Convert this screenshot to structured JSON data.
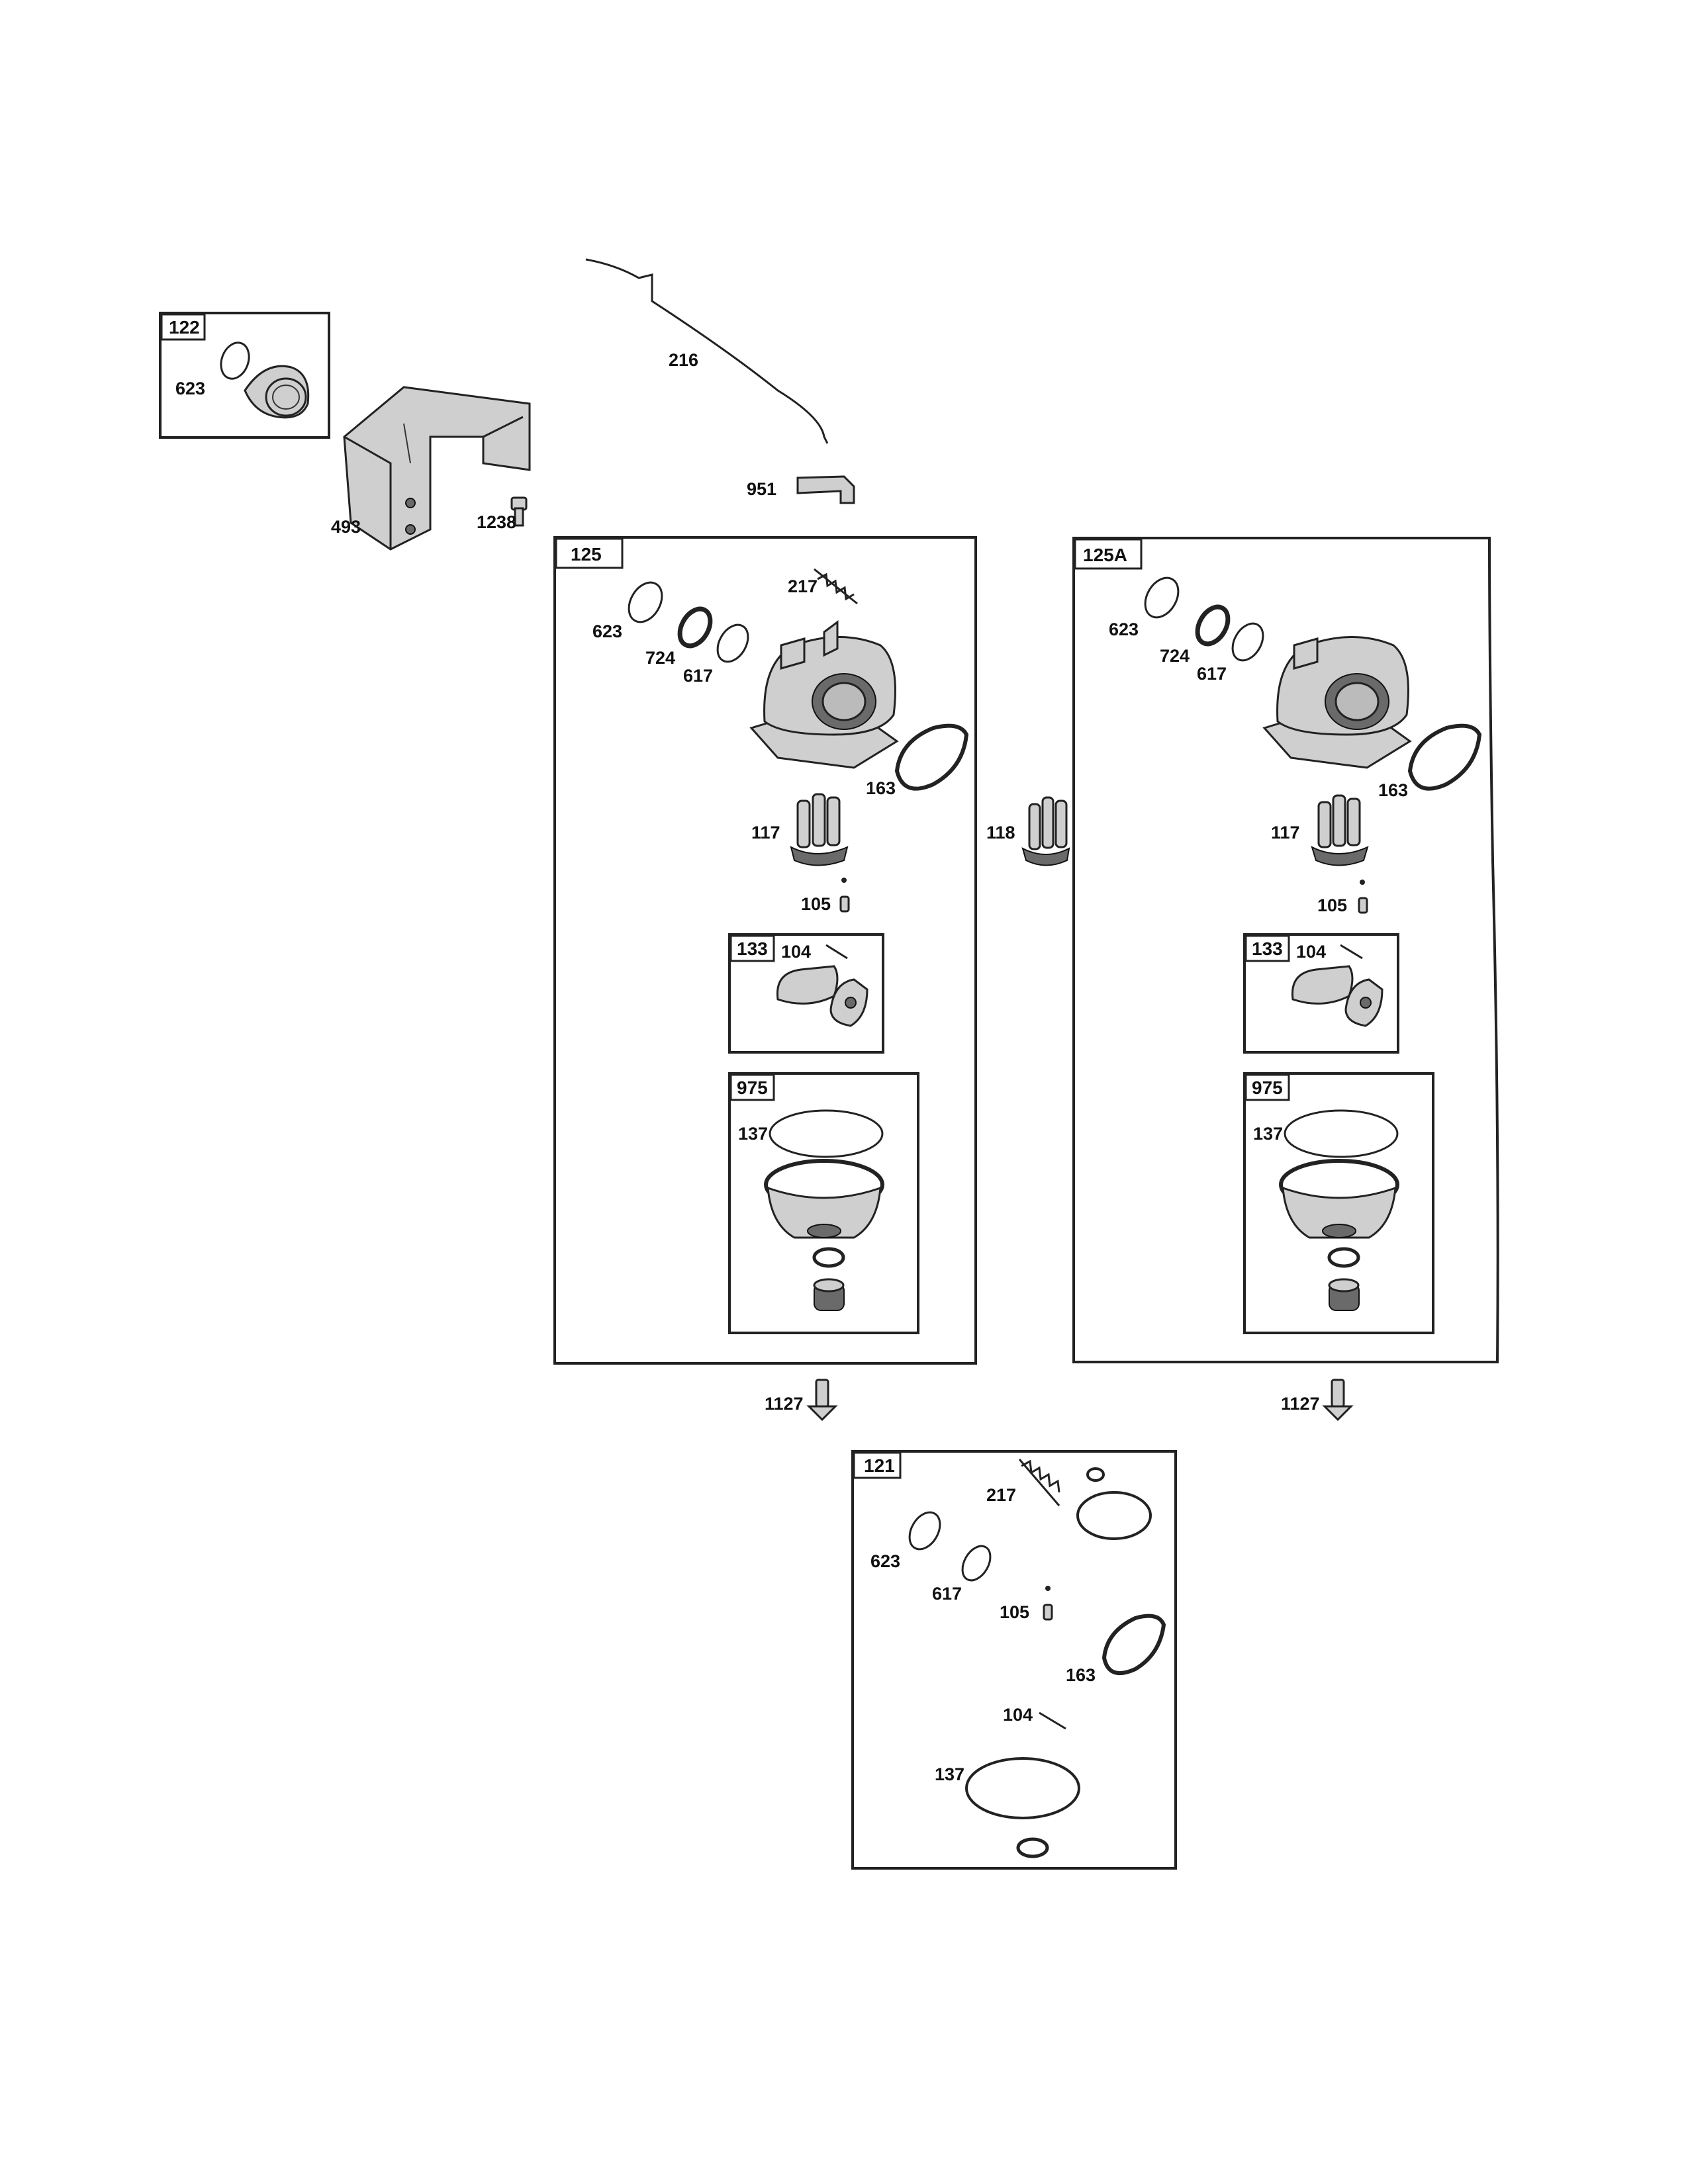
{
  "diagram": {
    "boxes": {
      "box_122": "122",
      "box_125": "125",
      "box_125a": "125A",
      "box_133_left": "133",
      "box_975_left": "975",
      "box_133_right": "133",
      "box_975_right": "975",
      "box_121": "121"
    },
    "labels": {
      "l216": "216",
      "l951": "951",
      "l623_122": "623",
      "l493": "493",
      "l1238": "1238",
      "l217_125": "217",
      "l623_125": "623",
      "l724_125": "724",
      "l617_125": "617",
      "l163_125": "163",
      "l117_125": "117",
      "l105_125": "105",
      "l104_125": "104",
      "l137_125": "137",
      "l118": "118",
      "l623_125a": "623",
      "l724_125a": "724",
      "l617_125a": "617",
      "l163_125a": "163",
      "l117_125a": "117",
      "l105_125a": "105",
      "l104_125a": "104",
      "l137_125a": "137",
      "l1127_left": "1127",
      "l1127_right": "1127",
      "l217_121": "217",
      "l623_121": "623",
      "l617_121": "617",
      "l105_121": "105",
      "l163_121": "163",
      "l104_121": "104",
      "l137_121": "137"
    }
  }
}
